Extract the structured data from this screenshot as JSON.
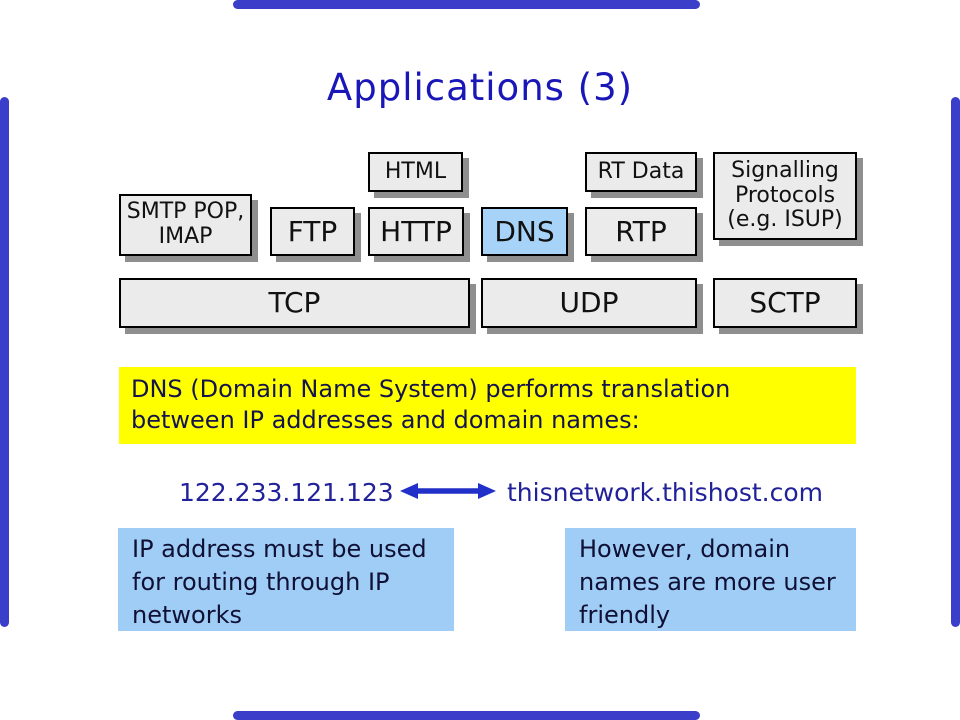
{
  "slide": {
    "title": "Applications (3)",
    "colors": {
      "title_blue": "#1a17b8",
      "frame_blue": "#3a3ec9",
      "box_fill_gray": "#ebebeb",
      "box_border": "#000000",
      "box_shadow_gray": "#8f8f8f",
      "highlight_blue": "#a7d3f8",
      "note_blue": "#9fcdf5",
      "callout_yellow": "#ffff00",
      "text_navy": "#14144d",
      "arrow_blue": "#2130c8"
    }
  },
  "protocol_boxes": {
    "html": "HTML",
    "rt_data": "RT Data",
    "signalling": "Signalling\nProtocols\n(e.g. ISUP)",
    "smtp": "SMTP POP,\nIMAP",
    "ftp": "FTP",
    "http": "HTTP",
    "dns": "DNS",
    "rtp": "RTP",
    "tcp": "TCP",
    "udp": "UDP",
    "sctp": "SCTP"
  },
  "callout": {
    "text": "DNS (Domain Name System) performs translation\nbetween IP addresses and domain names:"
  },
  "translation": {
    "ip": "122.233.121.123",
    "domain": "thisnetwork.thishost.com"
  },
  "notes": {
    "left": "IP address must be used\nfor routing through IP\nnetworks",
    "right": "However, domain\nnames are more user\nfriendly"
  }
}
